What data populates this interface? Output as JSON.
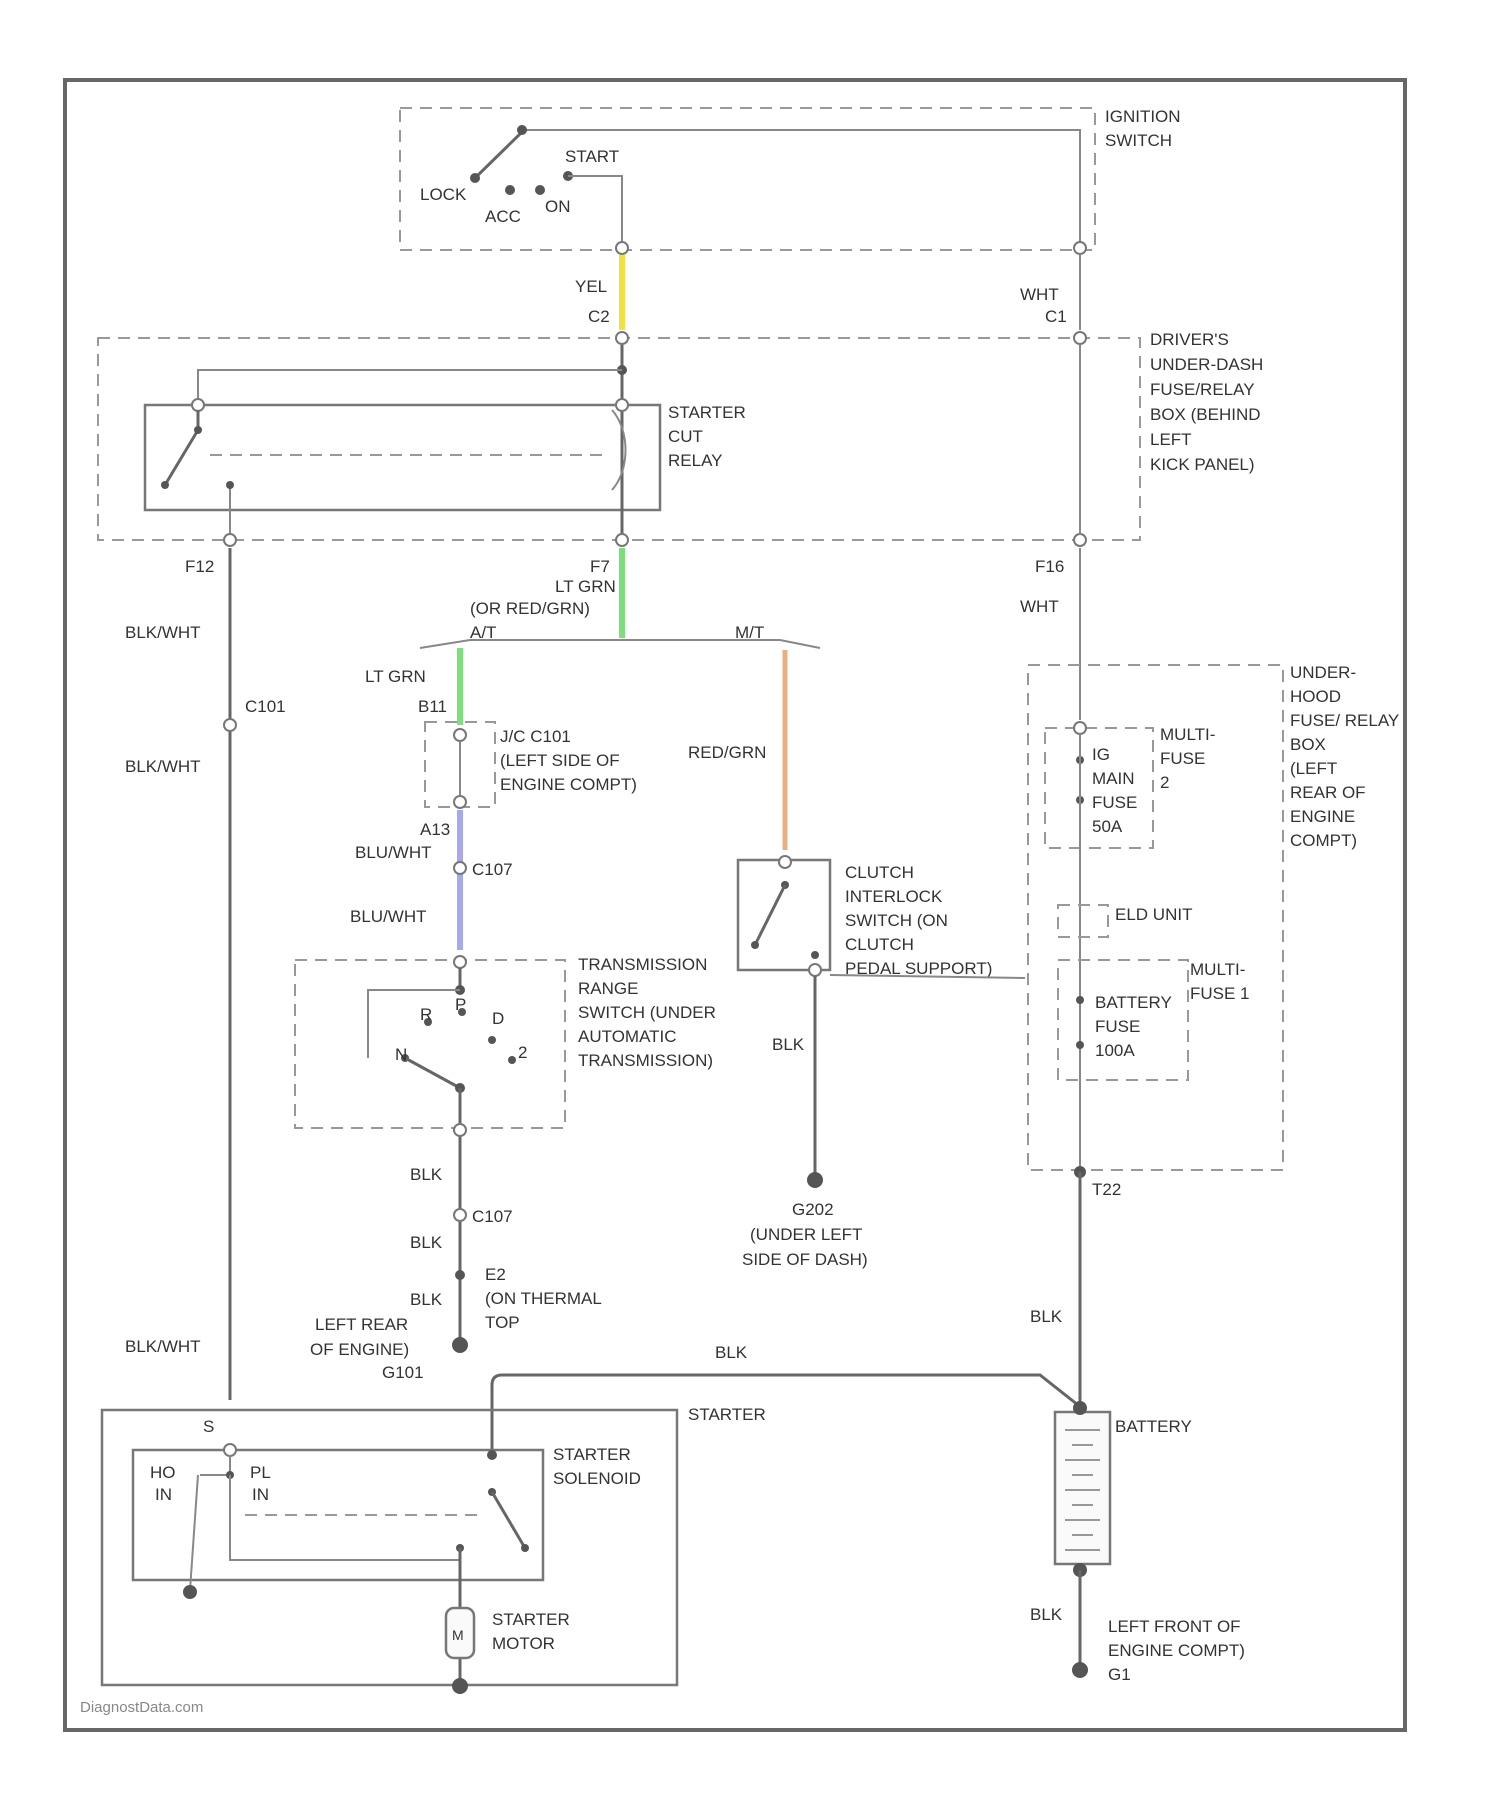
{
  "colors": {
    "yellow_wire": "#f0e040",
    "green_wire": "#7be07b",
    "blue_wire": "#a8a8ee",
    "orange_wire": "#e8b080",
    "line": "#666666"
  },
  "labels": {
    "ignition_switch": [
      "IGNITION",
      "SWITCH"
    ],
    "sw_lock": "LOCK",
    "sw_acc": "ACC",
    "sw_on": "ON",
    "sw_start": "START",
    "yel": "YEL",
    "c2": "C2",
    "wht_top": "WHT",
    "c1": "C1",
    "drivers_box": [
      "DRIVER'S",
      "UNDER-DASH",
      "FUSE/RELAY",
      "BOX (BEHIND",
      "LEFT",
      "KICK PANEL)"
    ],
    "starter_cut_relay": [
      "STARTER",
      "CUT",
      "RELAY"
    ],
    "f12": "F12",
    "f7": "F7",
    "f16": "F16",
    "lt_grn_or": [
      "LT GRN",
      "(OR RED/GRN)"
    ],
    "at": "A/T",
    "mt": "M/T",
    "wht_mid": "WHT",
    "blk_wht_1": "BLK/WHT",
    "c101_a": "C101",
    "blk_wht_2": "BLK/WHT",
    "lt_grn": "LT GRN",
    "b11": "B11",
    "jc_label": [
      "J/C C101",
      "(LEFT SIDE OF",
      "ENGINE COMPT)"
    ],
    "red_grn": "RED/GRN",
    "a13": "A13",
    "blu_wht_1": "BLU/WHT",
    "c107": "C107",
    "blu_wht_2": "BLU/WHT",
    "clutch": [
      "CLUTCH",
      "INTERLOCK",
      "SWITCH (ON",
      "CLUTCH",
      "PEDAL SUPPORT)"
    ],
    "blk_clutch": "BLK",
    "trans_range": [
      "TRANSMISSION",
      "RANGE",
      "SWITCH (UNDER",
      "AUTOMATIC",
      "TRANSMISSION)"
    ],
    "pos_r": "R",
    "pos_p": "P",
    "pos_n": "N",
    "pos_d": "D",
    "pos_2": "2",
    "blk_1": "BLK",
    "c107_b": "C107",
    "blk_2": "BLK",
    "e2_label": [
      "E2",
      "(ON THERMAL",
      "TOP"
    ],
    "blk_3": "BLK",
    "left_rear": [
      "LEFT REAR",
      "OF ENGINE)",
      "G101"
    ],
    "g202": [
      "G202",
      "(UNDER LEFT",
      "SIDE OF DASH)"
    ],
    "under_hood": [
      "UNDER-",
      "HOOD",
      "FUSE/ RELAY",
      "BOX",
      "(LEFT",
      "REAR OF",
      "ENGINE",
      "COMPT)"
    ],
    "multi_fuse_2": [
      "MULTI-",
      "FUSE",
      "2"
    ],
    "ig_main": [
      "IG",
      "MAIN",
      "FUSE",
      "50A"
    ],
    "elc_unit": "ELD UNIT",
    "multi_fuse_1": [
      "MULTI-",
      "FUSE 1"
    ],
    "battery_fuse": [
      "BATTERY",
      "FUSE",
      "100A"
    ],
    "t22": "T22",
    "blk_wht_3": "BLK/WHT",
    "blk_top": "BLK",
    "blk_batt": "BLK",
    "starter": "STARTER",
    "starter_solenoid": [
      "STARTER",
      "SOLENOID"
    ],
    "s": "S",
    "ho_in": [
      "HO",
      "IN"
    ],
    "pl_in": [
      "PL",
      "IN"
    ],
    "battery": "BATTERY",
    "starter_motor": [
      "STARTER",
      "MOTOR"
    ],
    "m_symbol": "M",
    "blk_batt_low": "BLK",
    "left_front": [
      "LEFT FRONT OF",
      "ENGINE COMPT)",
      "G1"
    ],
    "watermark": "DiagnostData.com"
  }
}
